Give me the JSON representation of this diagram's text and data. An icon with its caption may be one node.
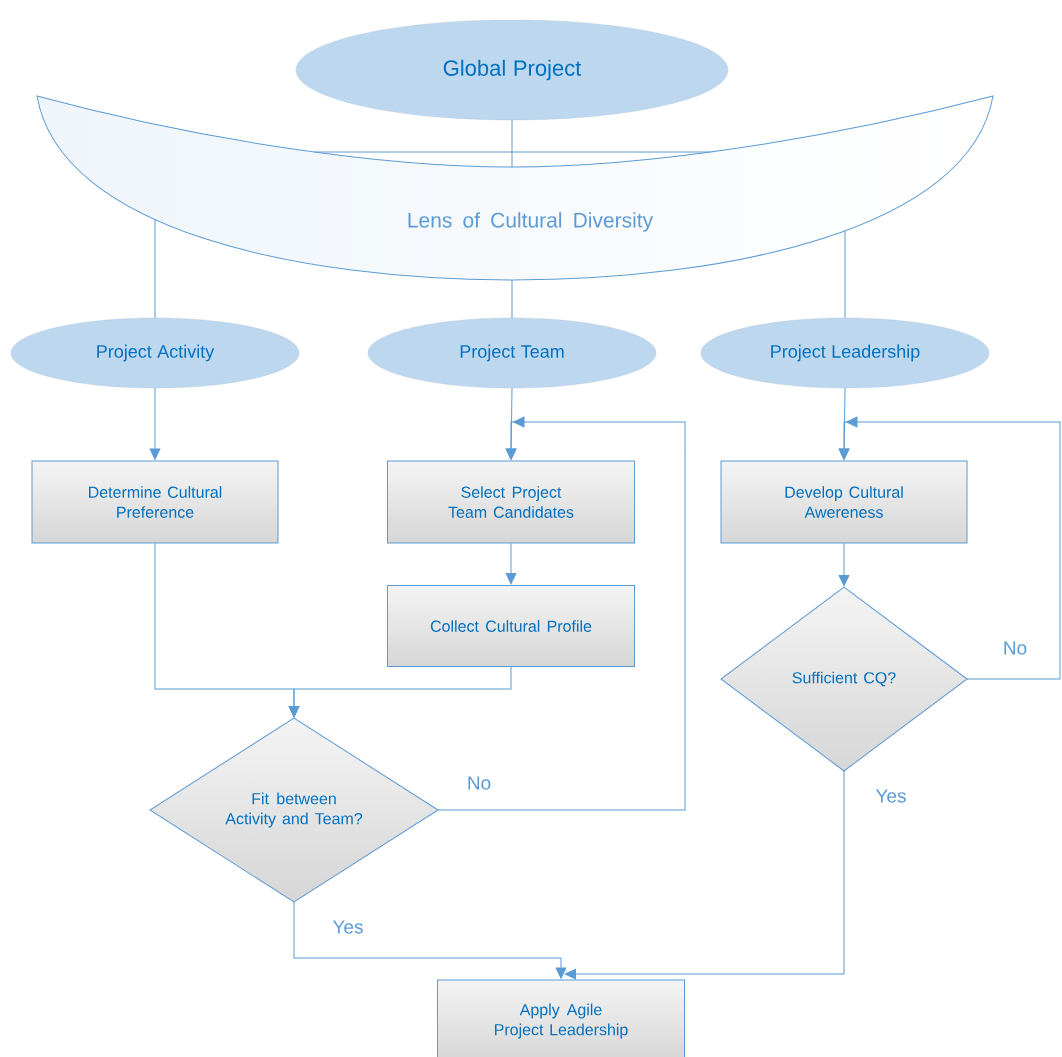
{
  "diagram": {
    "nodes": [
      {
        "text": [
          "Global Project"
        ]
      },
      {
        "text": [
          "Lens of Cultural Diversity"
        ]
      },
      {
        "text": [
          "Project Activity"
        ]
      },
      {
        "text": [
          "Project Team"
        ]
      },
      {
        "text": [
          "Project Leadership"
        ]
      },
      {
        "text": [
          "Determine Cultural Preference"
        ]
      },
      {
        "text": [
          "Select Project Team Candidates"
        ]
      },
      {
        "text": [
          "Collect Cultural Profile"
        ]
      },
      {
        "text": [
          "Develop Cultural Awereness"
        ]
      },
      {
        "text": [
          "Fit between Activity and Team?"
        ]
      },
      {
        "text": [
          "Sufficient CQ?"
        ]
      },
      {
        "text": [
          "Apply Agile Project Leadership"
        ]
      }
    ],
    "edges": [
      {
        "from": 0,
        "to": 1,
        "arrow": "none"
      },
      {
        "from": 1,
        "to": 2,
        "arrow": "none"
      },
      {
        "from": 1,
        "to": 3,
        "arrow": "none"
      },
      {
        "from": 1,
        "to": 4,
        "arrow": "none"
      },
      {
        "from": 2,
        "to": 5,
        "arrow": "to"
      },
      {
        "from": 3,
        "to": 6,
        "arrow": "to"
      },
      {
        "from": 4,
        "to": 8,
        "arrow": "to"
      },
      {
        "from": 6,
        "to": 7,
        "arrow": "to"
      },
      {
        "from": 5,
        "to": 9,
        "arrow": "to"
      },
      {
        "from": 7,
        "to": 9,
        "arrow": "to"
      },
      {
        "from": 9,
        "to": 6,
        "arrow": "to",
        "label": "No"
      },
      {
        "from": 8,
        "to": 10,
        "arrow": "to"
      },
      {
        "from": 10,
        "to": 8,
        "arrow": "to",
        "label": "No"
      },
      {
        "from": 9,
        "to": 11,
        "arrow": "to",
        "label": "Yes"
      },
      {
        "from": 10,
        "to": 11,
        "arrow": "to",
        "label": "Yes"
      }
    ]
  }
}
